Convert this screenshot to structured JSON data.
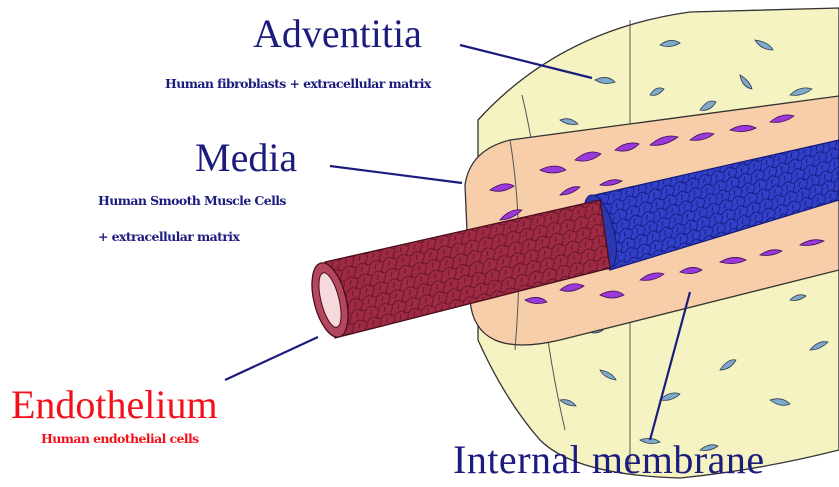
{
  "colors": {
    "label_blue": "#1c1c7e",
    "label_red": "#f2101a",
    "adventitia_fill": "#f5f3c2",
    "media_fill": "#f8ceaa",
    "endothelium_fill": "#9e2a44",
    "membrane_fill": "#3341c9",
    "muscle_cell": "#9a38d8",
    "fibroblast": "#7fa9c9"
  },
  "layers": {
    "adventitia": {
      "title": "Adventitia",
      "description": "Human fibroblasts + extracellular matrix"
    },
    "media": {
      "title": "Media",
      "description_line1": "Human Smooth Muscle Cells",
      "description_line2": "+ extracellular matrix"
    },
    "endothelium": {
      "title": "Endothelium",
      "description": "Human endothelial cells"
    },
    "internal_membrane": {
      "title": "Internal membrane"
    }
  }
}
